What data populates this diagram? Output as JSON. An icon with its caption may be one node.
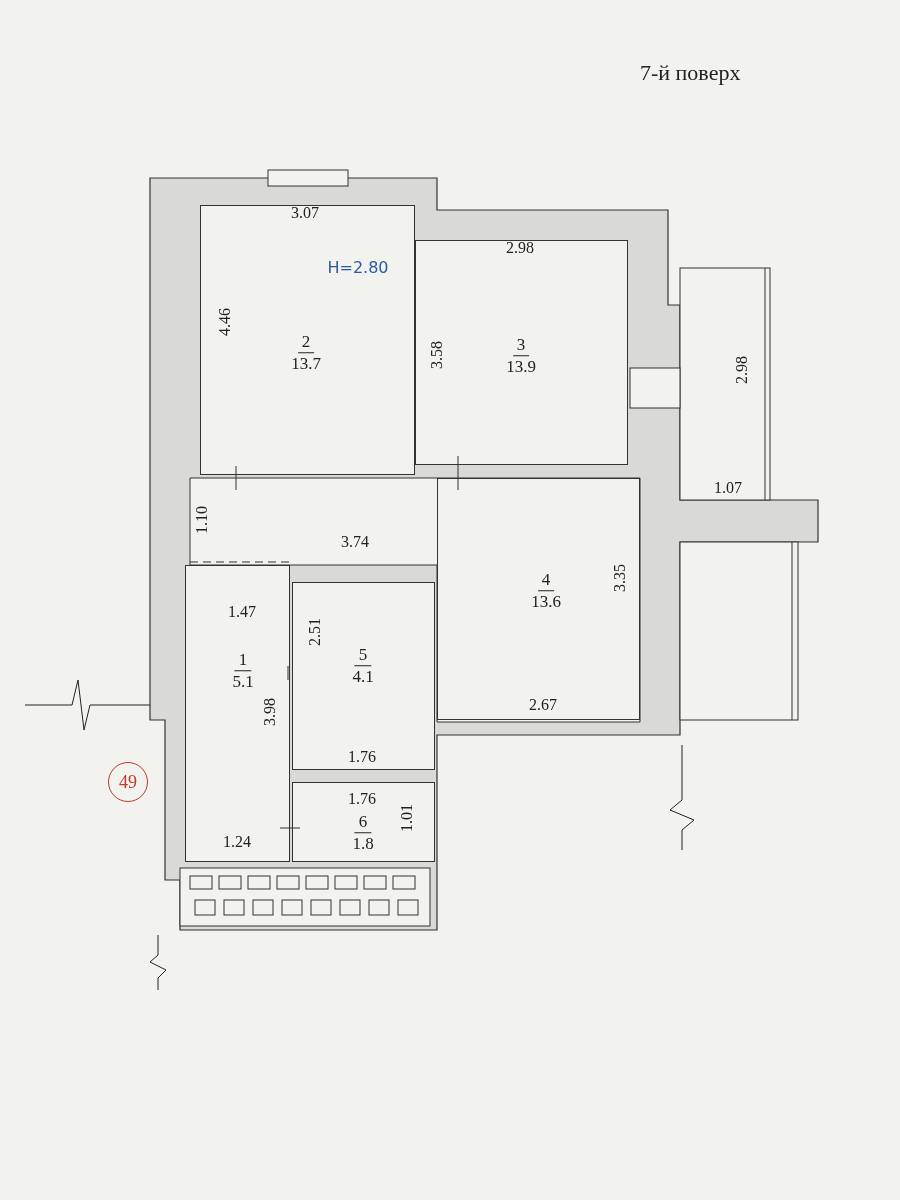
{
  "diagram": {
    "title": "7-й поверх",
    "nodes": [
      {
        "text": [
          "2",
          "13.7"
        ]
      },
      {
        "text": [
          "3",
          "13.9"
        ]
      },
      {
        "text": [
          "4",
          "13.6"
        ]
      },
      {
        "text": [
          "1",
          "5.1"
        ]
      },
      {
        "text": [
          "5",
          "4.1"
        ]
      },
      {
        "text": [
          "6",
          "1.8"
        ]
      },
      {
        "text": [
          "49"
        ]
      }
    ],
    "edges": [],
    "labels": [
      "3.07",
      "2.98",
      "H=2.80",
      "4.46",
      "3.58",
      "2.98",
      "1.07",
      "1.10",
      "3.74",
      "3.35",
      "1.47",
      "2.51",
      "3.98",
      "2.67",
      "1.76",
      "1.76",
      "1.24",
      "1.01"
    ]
  }
}
